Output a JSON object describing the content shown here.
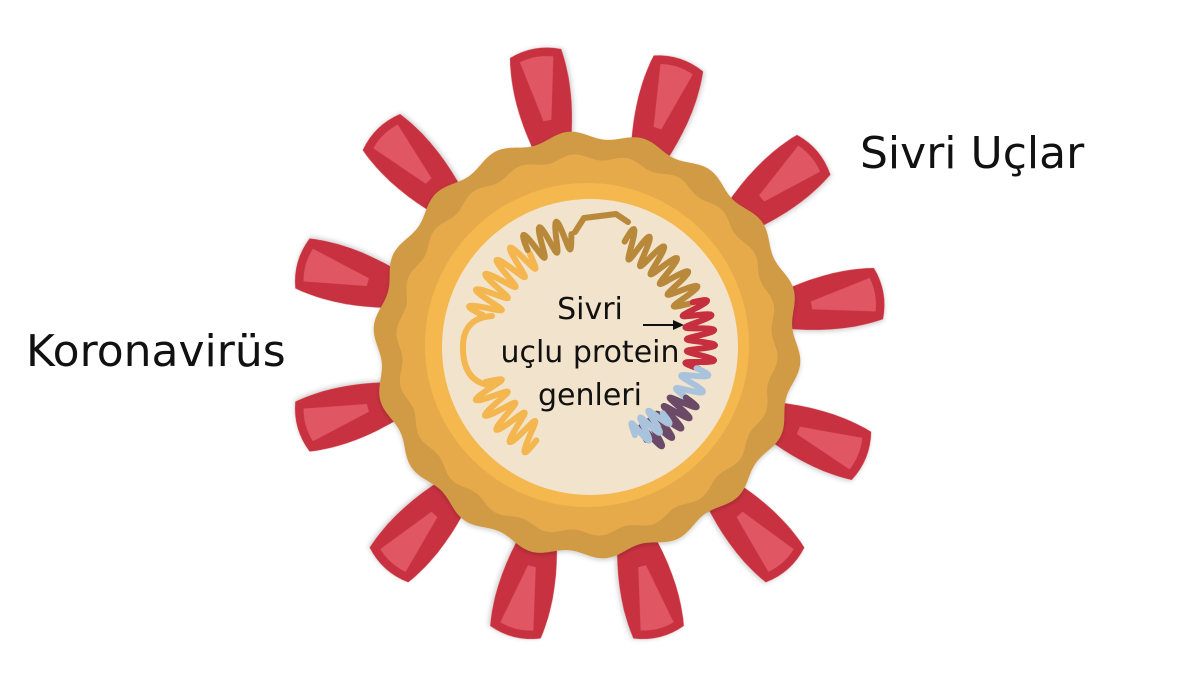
{
  "labels": {
    "virus": "Koronavirüs",
    "spikes": "Sivri Uçlar",
    "spike_genes": [
      "Sivri",
      "uçlu protein",
      "genleri"
    ]
  },
  "colors": {
    "outer_envelope": "#d19a45",
    "inner_envelope": "#e6aa4b",
    "membrane": "#f4b84f",
    "core": "#f2e3cc",
    "spike": "#c8313f",
    "spike_inner": "#e05763",
    "rna_orange": "#f4b64e",
    "rna_brown": "#b8893a",
    "rna_red": "#c52f3e",
    "rna_blue": "#a9c3dc",
    "rna_purple": "#6a4a66"
  },
  "icons": [
    "arrow-right-icon"
  ]
}
